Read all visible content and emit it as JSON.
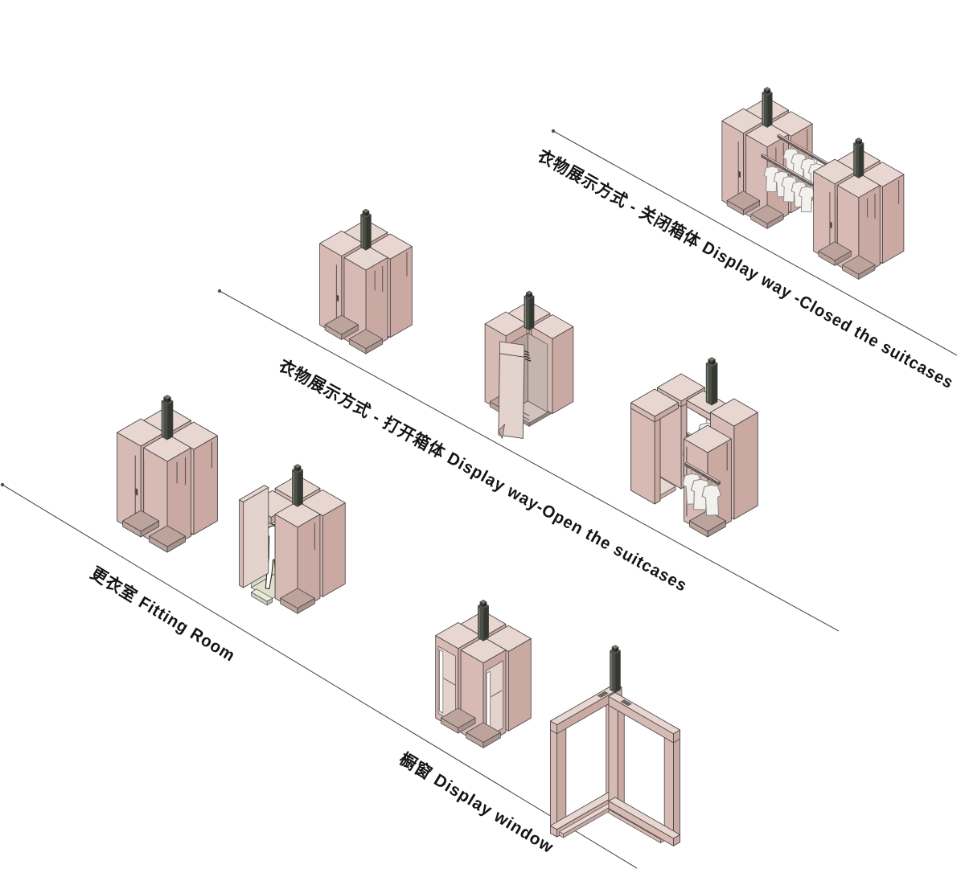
{
  "diagram": {
    "background": "#ffffff",
    "sections": [
      {
        "id": "closed-suitcases",
        "label": "衣物展示方式 - 关闭箱体  Display way -Closed the suitcases"
      },
      {
        "id": "open-suitcases",
        "label": "衣物展示方式 - 打开箱体 Display way-Open the suitcases"
      },
      {
        "id": "fitting-room",
        "label": "更衣室 Fitting Room"
      },
      {
        "id": "display-window",
        "label": "橱窗 Display window"
      }
    ]
  },
  "colors": {
    "cabinet_top": "#e8d6d0",
    "cabinet_left": "#d7bab3",
    "cabinet_right": "#c9a9a2",
    "interior_pink": "#e4d2cc",
    "plinth_side": "#a8918b",
    "plinth_front": "#bca49d",
    "core_side": "#8f837f",
    "core_front": "#9b8f8b",
    "core_top": "#d9c2bb",
    "interior_wall": "#d9dcc6",
    "interior_wall2": "#e6e8d6",
    "interior_floor": "#dfe1ce",
    "shadow_wall": "#b3a29c",
    "shadow_wall2": "#c6b4ae",
    "shadow_floor": "#d2c2bc",
    "outline": "#454545",
    "groove": "#5d524f",
    "pole_front": "#4b5046",
    "pole_side": "#343830",
    "pole_top": "#757a6e",
    "pole_cap": "#23261f",
    "garment_fill": "#f2f1ee",
    "garment_line": "#8e8e8a",
    "rail_top": "#d9c6c0",
    "rail_dark": "#6e625e",
    "silhouette_fill": "#ffffff",
    "silhouette_line": "#2b2b2b",
    "divider": "#4f4f4f",
    "text": "#141414",
    "slit_white": "#fdfdfd",
    "notch_dark": "#6f655f",
    "hanger_dark": "#38332f"
  }
}
